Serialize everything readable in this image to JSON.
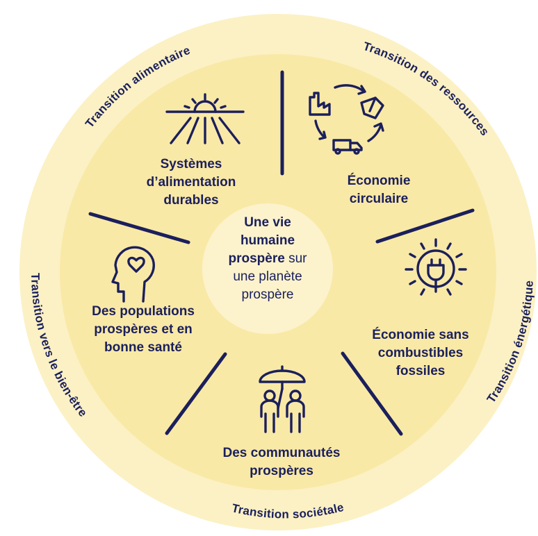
{
  "colors": {
    "outer_ring": "#fbf1c4",
    "inner_disc": "#f9e9a6",
    "center_disc": "#fcf3cd",
    "ink": "#1b1f5c"
  },
  "center": {
    "line1": "Une vie",
    "line2": "humaine",
    "line3_bold": "prospère",
    "line3_rest": " sur",
    "line4": "une planète",
    "line5": "prospère"
  },
  "segments": {
    "food": {
      "icon": "sun-field-icon",
      "lines": [
        "Systèmes",
        "d’alimentation",
        "durables"
      ]
    },
    "circular": {
      "icon": "recycling-truck-icon",
      "lines": [
        "Économie",
        "circulaire"
      ]
    },
    "energy": {
      "icon": "plug-sun-icon",
      "lines": [
        "Économie sans",
        "combustibles",
        "fossiles"
      ]
    },
    "communities": {
      "icon": "umbrella-people-icon",
      "lines": [
        "Des communautés",
        "prospères"
      ]
    },
    "health": {
      "icon": "head-heart-icon",
      "lines": [
        "Des populations",
        "prospères et en",
        "bonne santé"
      ]
    }
  },
  "transitions": {
    "food": "Transition alimentaire",
    "resources": "Transition des ressources",
    "energy": "Transition énergétique",
    "societal": "Transition sociétale",
    "wellbeing": "Transition vers le bien-être"
  }
}
